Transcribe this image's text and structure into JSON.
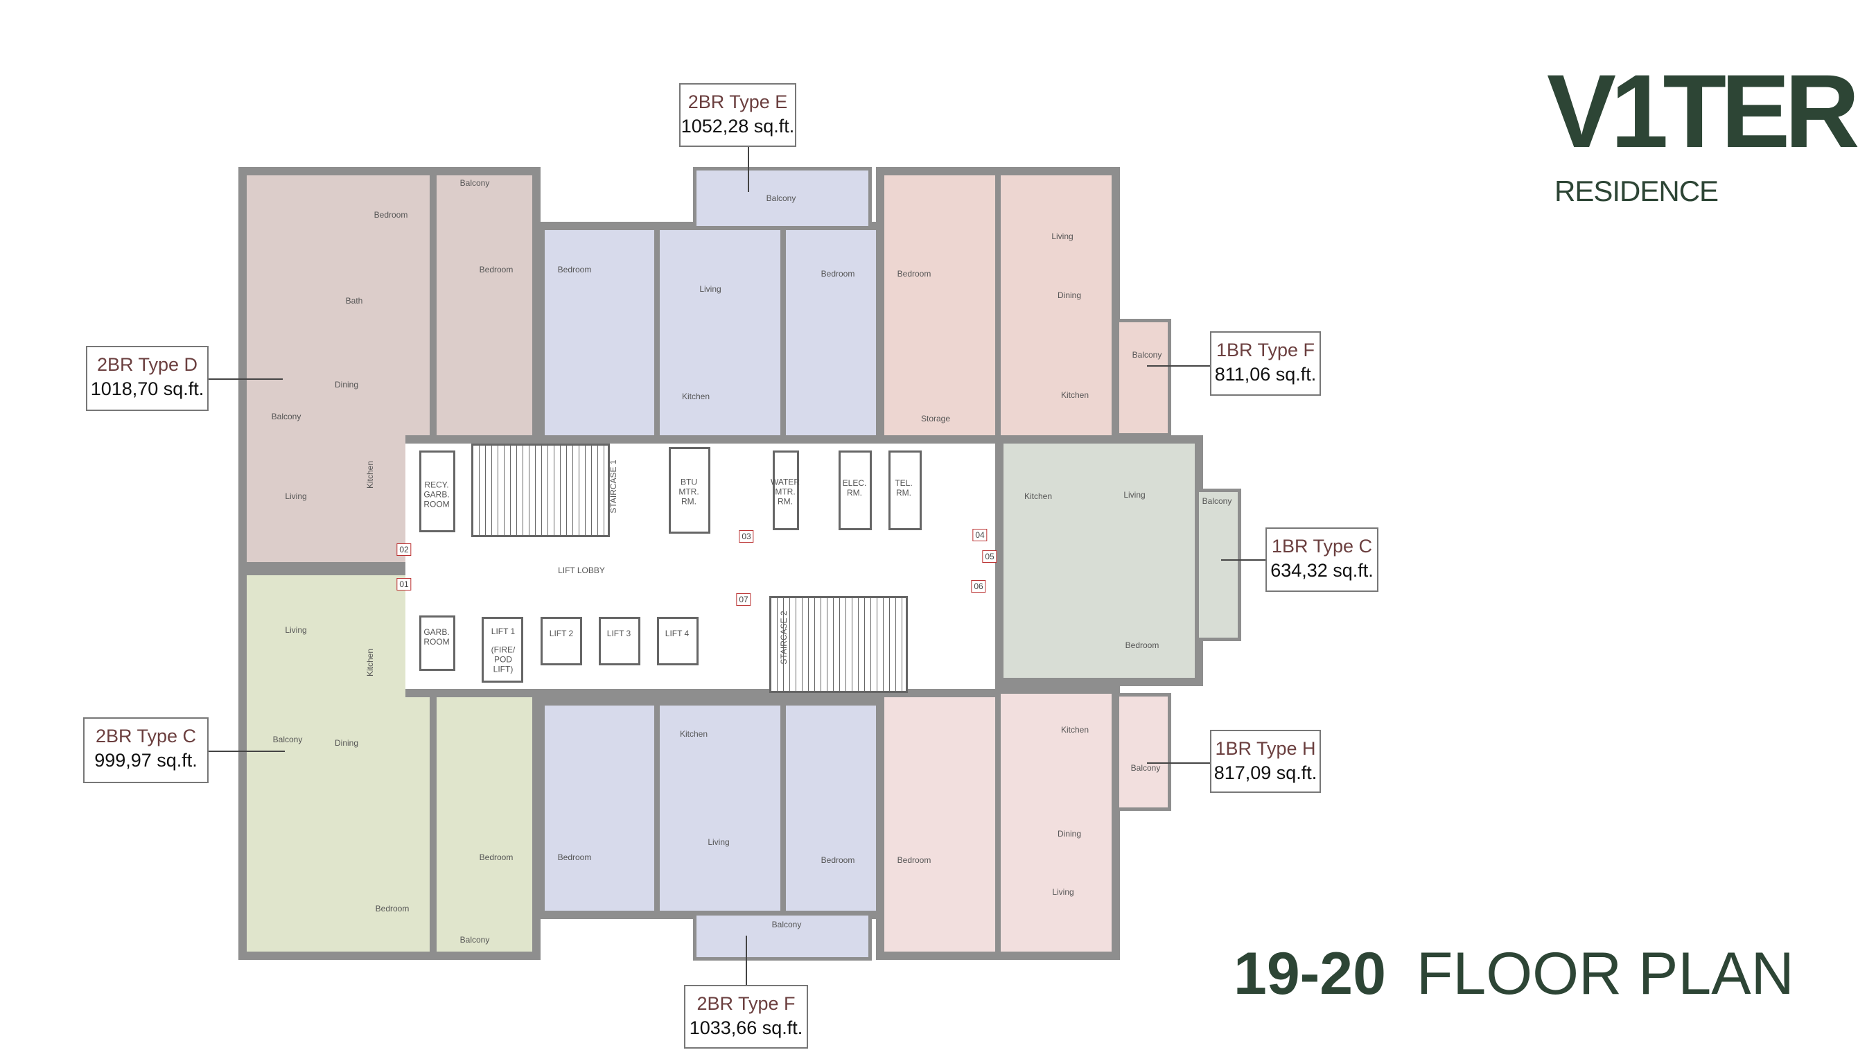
{
  "brand": {
    "name": "V1TER",
    "sub": "RESIDENCE"
  },
  "title": {
    "floors": "19-20",
    "label": "FLOOR PLAN"
  },
  "colors": {
    "brand": "#2d4535",
    "type_d": "#dccdca",
    "type_c2": "#e0e5cc",
    "blue": "#d7daeb",
    "type_f1": "#edd6d1",
    "type_c1": "#d8ddd5",
    "type_h": "#f2dfde",
    "wall": "#8e8e8e"
  },
  "units": [
    {
      "type": "2BR Type E",
      "area": "1052,28 sq.ft."
    },
    {
      "type": "2BR Type D",
      "area": "1018,70 sq.ft."
    },
    {
      "type": "1BR Type F",
      "area": "811,06 sq.ft."
    },
    {
      "type": "1BR Type C",
      "area": "634,32 sq.ft."
    },
    {
      "type": "2BR Type C",
      "area": "999,97 sq.ft."
    },
    {
      "type": "1BR Type H",
      "area": "817,09 sq.ft."
    },
    {
      "type": "2BR Type F",
      "area": "1033,66 sq.ft."
    }
  ],
  "rooms": {
    "bedroom": "Bedroom",
    "balcony": "Balcony",
    "bath": "Bath",
    "dining": "Dining",
    "living": "Living",
    "kitchen": "Kitchen",
    "storage": "Storage"
  },
  "core": {
    "recy": "RECY. GARB. ROOM",
    "staircase1": "STAIRCASE 1",
    "btu": "BTU MTR. RM.",
    "water": "WATER MTR. RM.",
    "elec": "ELEC. RM.",
    "tel": "TEL. RM.",
    "lobby": "LIFT LOBBY",
    "garb": "GARB. ROOM",
    "lift1": "LIFT 1",
    "lift1_note": "(FIRE/ POD LIFT)",
    "lift2": "LIFT 2",
    "lift3": "LIFT 3",
    "lift4": "LIFT 4",
    "staircase2": "STAIRCASE 2"
  },
  "doors": [
    "01",
    "02",
    "03",
    "04",
    "05",
    "06",
    "07"
  ]
}
